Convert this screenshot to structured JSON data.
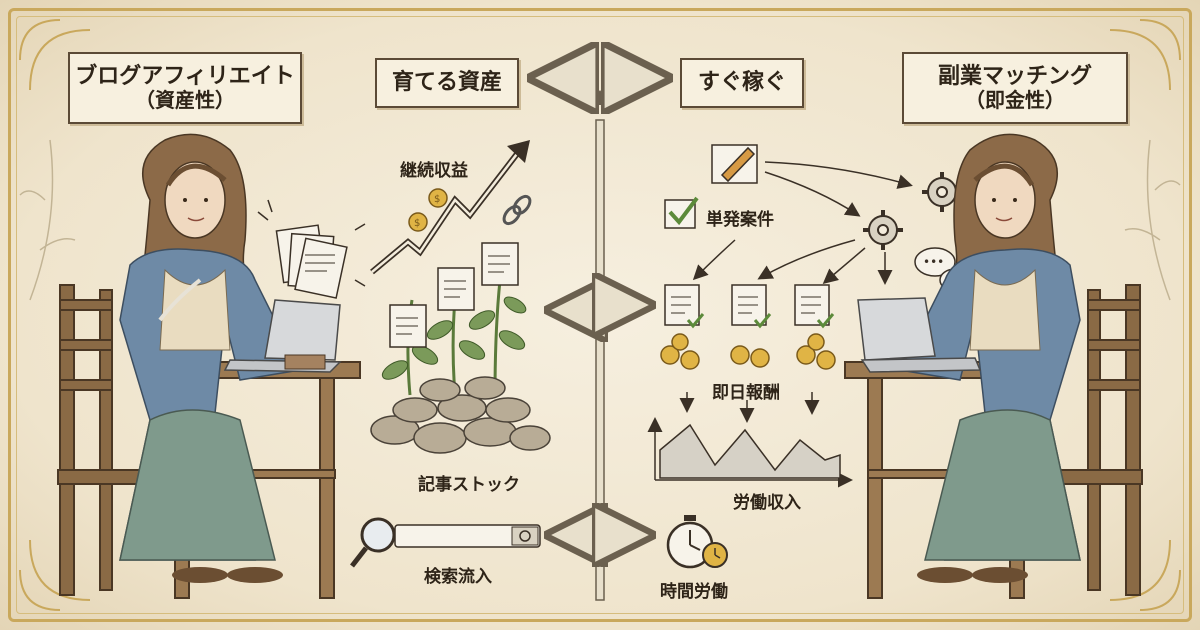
{
  "left": {
    "title_line1": "ブログアフィリエイト",
    "title_line2": "（資産性）",
    "header": "育てる資産",
    "label_income": "継続収益",
    "label_stock": "記事ストック",
    "label_search": "検索流入"
  },
  "right": {
    "title_line1": "副業マッチング",
    "title_line2": "（即金性）",
    "header": "すぐ稼ぐ",
    "label_single": "単発案件",
    "label_sameday": "即日報酬",
    "label_labor": "労働収入",
    "label_time": "時間労働"
  },
  "colors": {
    "ink": "#2e2418",
    "paper": "#f7f0df",
    "robe": "#6e8aa6",
    "gold": "#c99a2e",
    "leaf": "#7b9a5a",
    "check": "#5c8a3a"
  },
  "icons": [
    "pencil-icon",
    "gear-icon",
    "chat-bubble-icon",
    "document-icon",
    "coin-icon",
    "chain-link-icon",
    "magnifier-icon",
    "stopwatch-icon",
    "laptop-icon",
    "checkbox-icon"
  ]
}
